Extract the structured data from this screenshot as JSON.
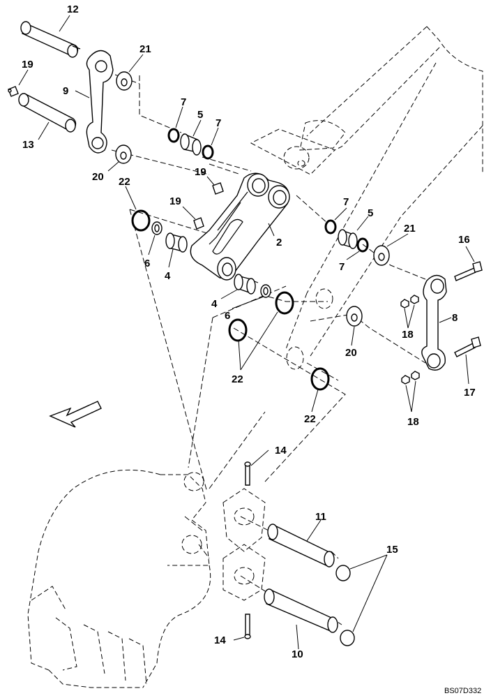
{
  "callouts": {
    "c12": "12",
    "c19a": "19",
    "c9": "9",
    "c13": "13",
    "c21a": "21",
    "c20a": "20",
    "c7a": "7",
    "c5a": "5",
    "c7b": "7",
    "c19b": "19",
    "c19c": "19",
    "c22a": "22",
    "c6a": "6",
    "c4a": "4",
    "c2": "2",
    "c4b": "4",
    "c6b": "6",
    "c22b": "22",
    "c7c": "7",
    "c5b": "5",
    "c7d": "7",
    "c21b": "21",
    "c16": "16",
    "c8": "8",
    "c18a": "18",
    "c20b": "20",
    "c17": "17",
    "c22c": "22",
    "c18b": "18",
    "c14a": "14",
    "c11": "11",
    "c15": "15",
    "c14b": "14",
    "c10": "10"
  },
  "drawing_code": "BS07D332",
  "icons": {
    "direction_arrow": "front-direction-arrow-icon"
  }
}
